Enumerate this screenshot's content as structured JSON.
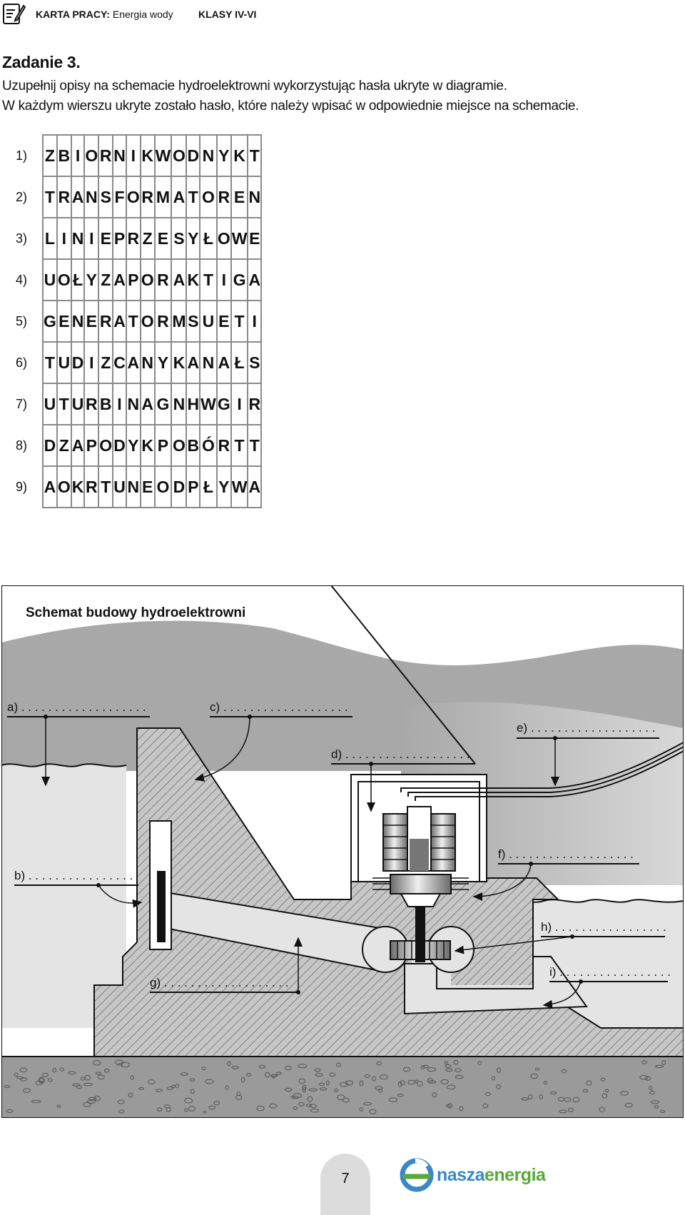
{
  "header": {
    "label_bold": "KARTA PRACY:",
    "topic": "Energia wody",
    "grade": "KLASY IV-VI"
  },
  "task": {
    "title": "Zadanie 3.",
    "line1": "Uzupełnij opisy na schemacie hydroelektrowni wykorzystując hasła ukryte w diagramie.",
    "line2": "W każdym wierszu ukryte zostało hasło, które należy wpisać w odpowiednie miejsce na schemacie."
  },
  "grid": {
    "row_labels": [
      "1)",
      "2)",
      "3)",
      "4)",
      "5)",
      "6)",
      "7)",
      "8)",
      "9)"
    ],
    "rows": [
      [
        "Z",
        "B",
        "I",
        "O",
        "R",
        "N",
        "I",
        "K",
        "W",
        "O",
        "D",
        "N",
        "Y",
        "K",
        "T"
      ],
      [
        "T",
        "R",
        "A",
        "N",
        "S",
        "F",
        "O",
        "R",
        "M",
        "A",
        "T",
        "O",
        "R",
        "E",
        "N"
      ],
      [
        "L",
        "I",
        "N",
        "I",
        "E",
        "P",
        "R",
        "Z",
        "E",
        "S",
        "Y",
        "Ł",
        "O",
        "W",
        "E"
      ],
      [
        "U",
        "O",
        "Ł",
        "Y",
        "Z",
        "A",
        "P",
        "O",
        "R",
        "A",
        "K",
        "T",
        "I",
        "G",
        "A"
      ],
      [
        "G",
        "E",
        "N",
        "E",
        "R",
        "A",
        "T",
        "O",
        "R",
        "M",
        "S",
        "U",
        "E",
        "T",
        "I"
      ],
      [
        "T",
        "U",
        "D",
        "I",
        "Z",
        "C",
        "A",
        "N",
        "Y",
        "K",
        "A",
        "N",
        "A",
        "Ł",
        "S"
      ],
      [
        "U",
        "T",
        "U",
        "R",
        "B",
        "I",
        "N",
        "A",
        "G",
        "N",
        "H",
        "W",
        "G",
        "I",
        "R"
      ],
      [
        "D",
        "Z",
        "A",
        "P",
        "O",
        "D",
        "Y",
        "K",
        "P",
        "O",
        "B",
        "Ó",
        "R",
        "T",
        "T"
      ],
      [
        "A",
        "O",
        "K",
        "R",
        "T",
        "U",
        "N",
        "E",
        "O",
        "D",
        "P",
        "Ł",
        "Y",
        "W",
        "A"
      ]
    ]
  },
  "schema": {
    "title": "Schemat budowy hydroelektrowni",
    "labels": {
      "a": "a) . . . . . . . . . . . . . . . . . . .",
      "b": "b) . . . . . . . . . . . . . . . .",
      "c": "c) . . . . . . . . . . . . . . . . . . .",
      "d": "d) . . . . . . . . . . . . . . . . . . .",
      "e": "e) . . . . . . . . . . . . . . . . . . .",
      "f": "f) . . . . . . . . . . . . . . . . . . .",
      "g": "g) . . . . . . . . . . . . . . . . . . .",
      "h": "h) . . . . . . . . . . . . . . . . .",
      "i": "i) . . . . . . . . . . . . . . . . ."
    }
  },
  "footer": {
    "page": "7",
    "logo_part1": "nasza",
    "logo_part2": "energia"
  },
  "colors": {
    "sky_hill": "#a9a9a9",
    "water": "#e3e3e3",
    "dam": "#c4c4c4",
    "ground": "#9a9a9a",
    "logo_blue": "#3a88c8",
    "logo_green": "#5aa838"
  }
}
